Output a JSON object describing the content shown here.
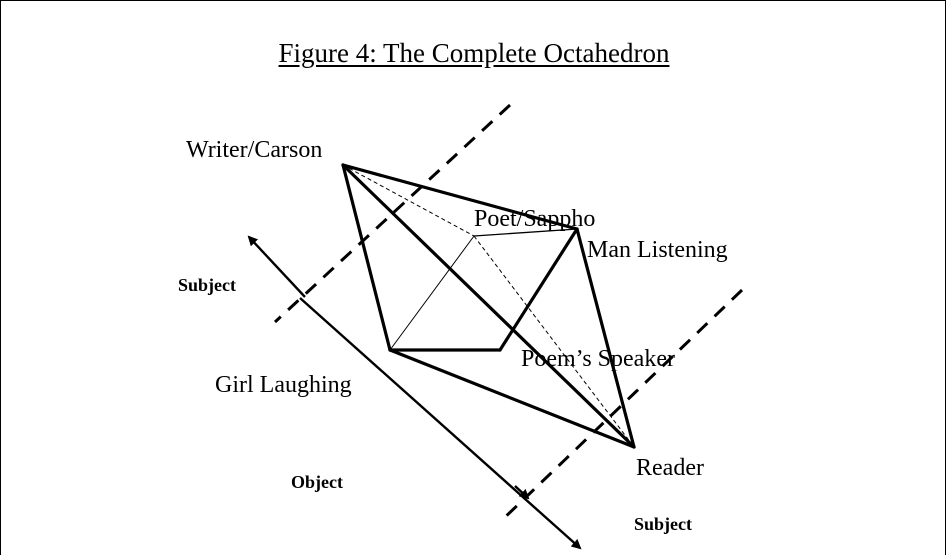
{
  "title": "Figure 4: The Complete Octahedron",
  "vertices": {
    "writer": "Writer/Carson",
    "poet": "Poet/Sappho",
    "man": "Man Listening",
    "girl": "Girl Laughing",
    "speaker": "Poem’s Speaker",
    "reader": "Reader"
  },
  "axis_labels": {
    "subject_left": "Subject",
    "object": "Object",
    "subject_bottom": "Subject"
  }
}
